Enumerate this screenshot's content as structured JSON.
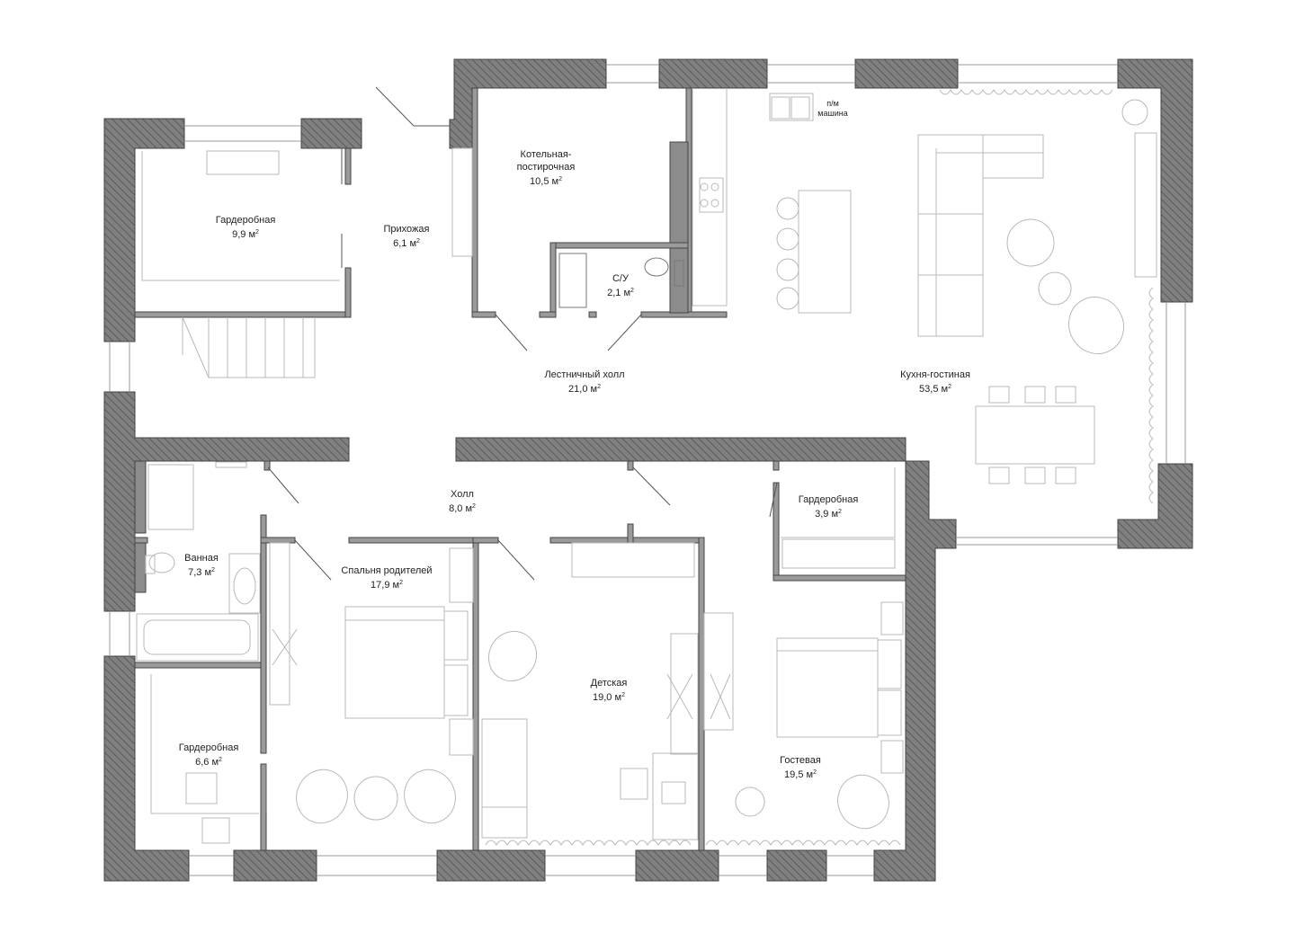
{
  "colors": {
    "wall": "#7a7a7a",
    "wall_hatch": "#5c5c5c",
    "line": "#b5b5b5",
    "dark_line": "#555555",
    "text": "#222222"
  },
  "area_unit": "м",
  "area_exponent": "2",
  "rooms": {
    "garderobnaya_1": {
      "name": "Гардеробная",
      "area": "9,9"
    },
    "prikhozhaya": {
      "name": "Прихожая",
      "area": "6,1"
    },
    "kotelnaya": {
      "name_line1": "Котельная-",
      "name_line2": "постирочная",
      "area": "10,5"
    },
    "su": {
      "name": "С/У",
      "area": "2,1"
    },
    "lestnichny_holl": {
      "name": "Лестничный холл",
      "area": "21,0"
    },
    "kukhnya_gostinaya": {
      "name": "Кухня-гостиная",
      "area": "53,5"
    },
    "holl": {
      "name": "Холл",
      "area": "8,0"
    },
    "garderobnaya_2": {
      "name": "Гардеробная",
      "area": "3,9"
    },
    "vannaya": {
      "name": "Ванная",
      "area": "7,3"
    },
    "spalnya_roditeley": {
      "name": "Спальня родителей",
      "area": "17,9"
    },
    "detskaya": {
      "name": "Детская",
      "area": "19,0"
    },
    "garderobnaya_3": {
      "name": "Гардеробная",
      "area": "6,6"
    },
    "gostevaya": {
      "name": "Гостевая",
      "area": "19,5"
    }
  },
  "appliance_label": {
    "line1": "п/м",
    "line2": "машина"
  }
}
